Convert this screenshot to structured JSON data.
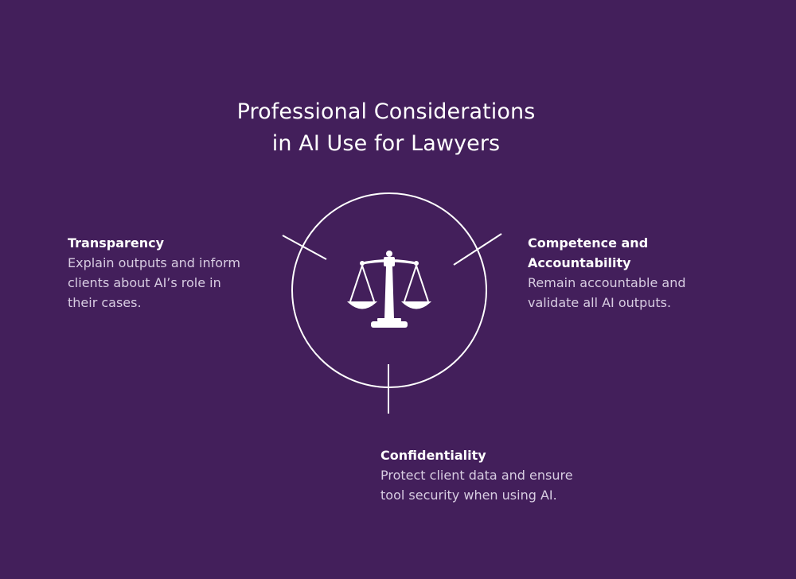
{
  "title": {
    "line1": "Professional Considerations",
    "line2": "in AI Use for Lawyers"
  },
  "center_icon": "scales-of-justice-icon",
  "items": [
    {
      "heading_lines": [
        "Transparency"
      ],
      "text_lines": [
        "Explain outputs and inform",
        "clients about AI’s role in",
        "their cases."
      ]
    },
    {
      "heading_lines": [
        "Competence and",
        "Accountability"
      ],
      "text_lines": [
        "Remain accountable and",
        "validate all AI outputs."
      ]
    },
    {
      "heading_lines": [
        "Confidentiality"
      ],
      "text_lines": [
        "Protect client data and ensure",
        "tool security when using AI."
      ]
    }
  ],
  "colors": {
    "background": "#431f5b",
    "foreground": "#ffffff",
    "body_text": "#d8cde2"
  }
}
